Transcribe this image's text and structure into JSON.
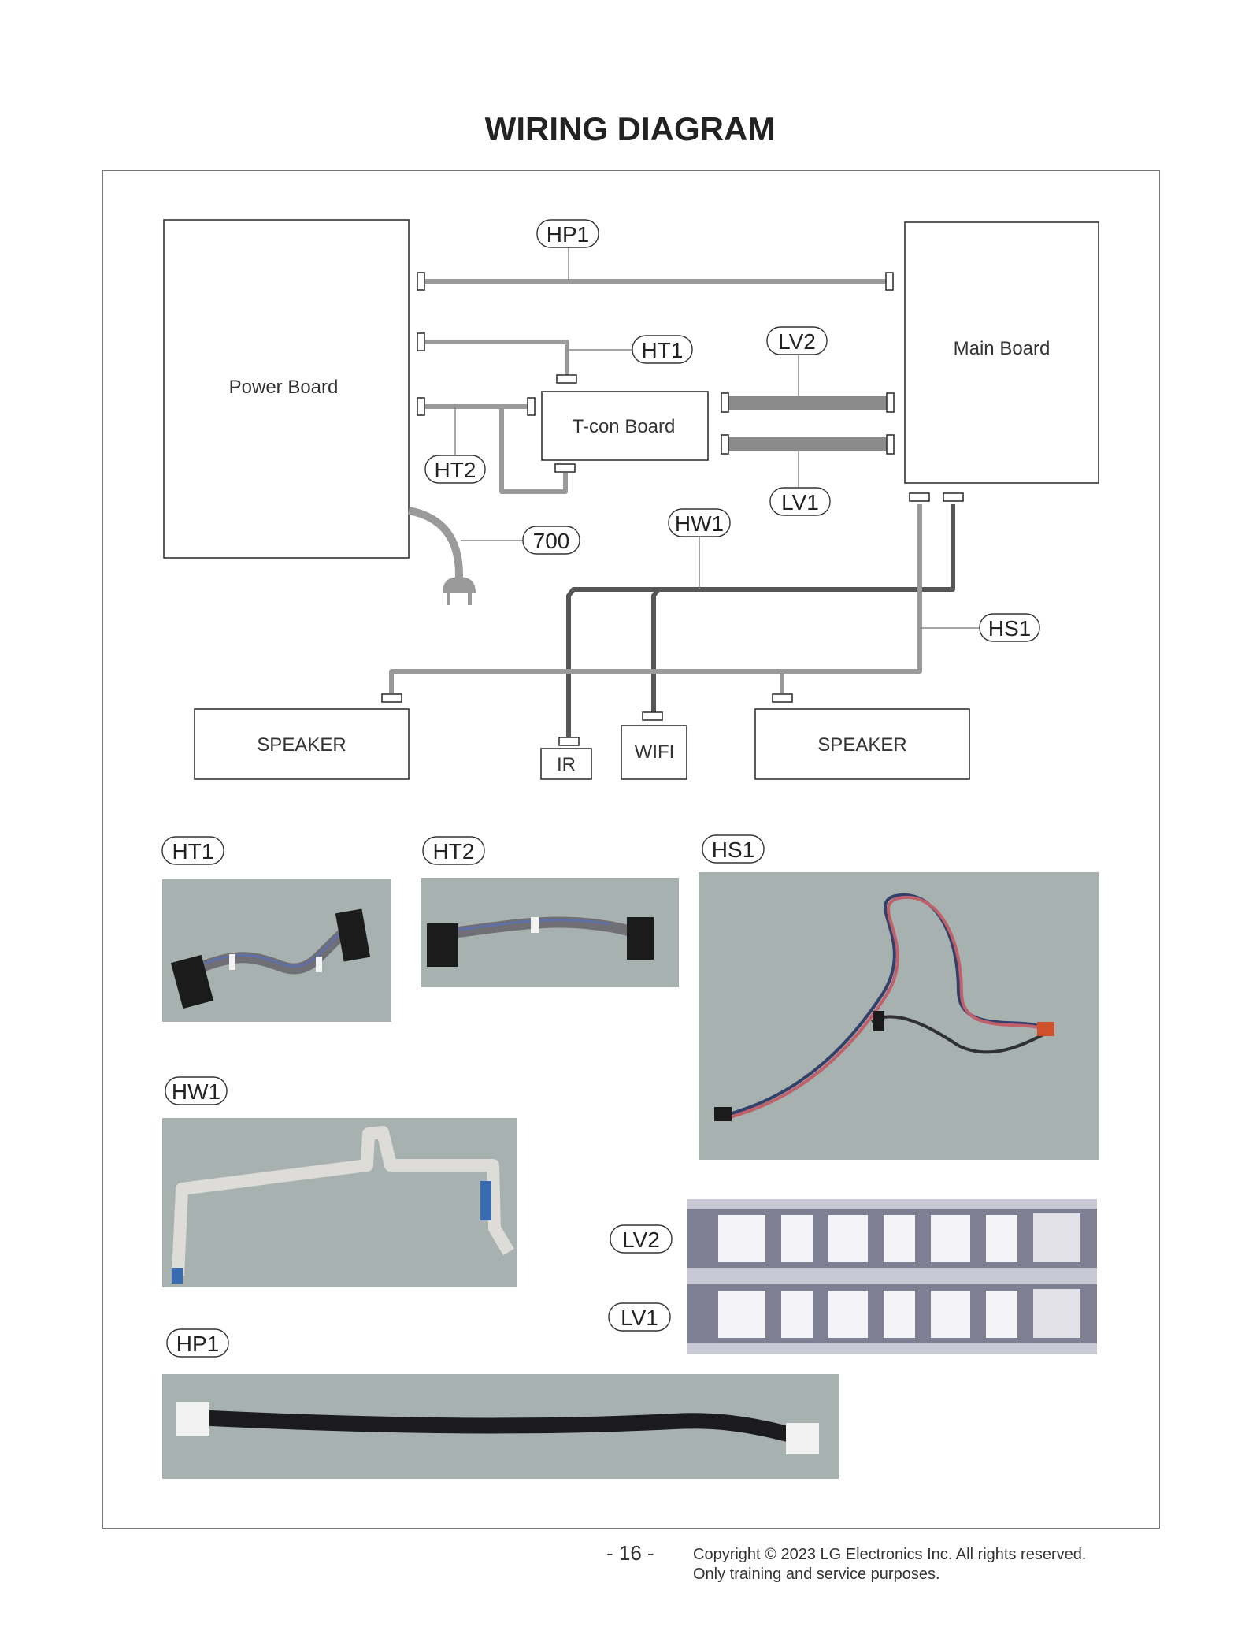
{
  "page": {
    "title": "WIRING DIAGRAM",
    "page_number": "- 16 -",
    "copyright_line1": "Copyright © 2023 LG Electronics Inc. All rights reserved.",
    "copyright_line2": "Only training and service purposes."
  },
  "boards": {
    "power_board": "Power Board",
    "main_board": "Main Board",
    "tcon_board": "T-con Board",
    "speaker_left": "SPEAKER",
    "speaker_right": "SPEAKER",
    "ir": "IR",
    "wifi": "WIFI"
  },
  "cables": {
    "hp1": "HP1",
    "ht1": "HT1",
    "ht2": "HT2",
    "lv1": "LV1",
    "lv2": "LV2",
    "hw1": "HW1",
    "hs1": "HS1",
    "power_cord": "700"
  },
  "photos": {
    "ht1": "HT1",
    "ht2": "HT2",
    "hs1": "HS1",
    "hw1": "HW1",
    "lv2": "LV2",
    "lv1": "LV1",
    "hp1": "HP1"
  },
  "colors": {
    "wire_light": "#9a9a9a",
    "wire_dark": "#555555",
    "photo_bg": "#a7b2b0"
  }
}
